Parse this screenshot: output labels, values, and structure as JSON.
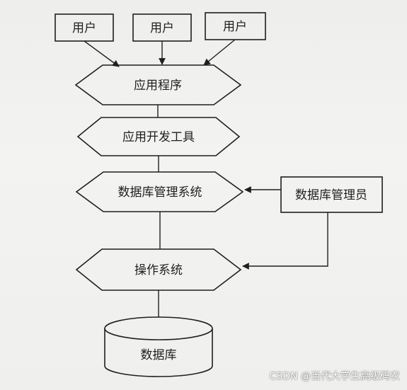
{
  "nodes": {
    "user_1": "用户",
    "user_2": "用户",
    "user_3": "用户",
    "application": "应用程序",
    "dev_tools": "应用开发工具",
    "dbms": "数据库管理系统",
    "dba": "数据库管理员",
    "os": "操作系统",
    "database": "数据库"
  },
  "watermark": "CSDN @当代大学生高级码农",
  "colors": {
    "ink": "#1f1f1f",
    "background": "#f1f1ef"
  }
}
